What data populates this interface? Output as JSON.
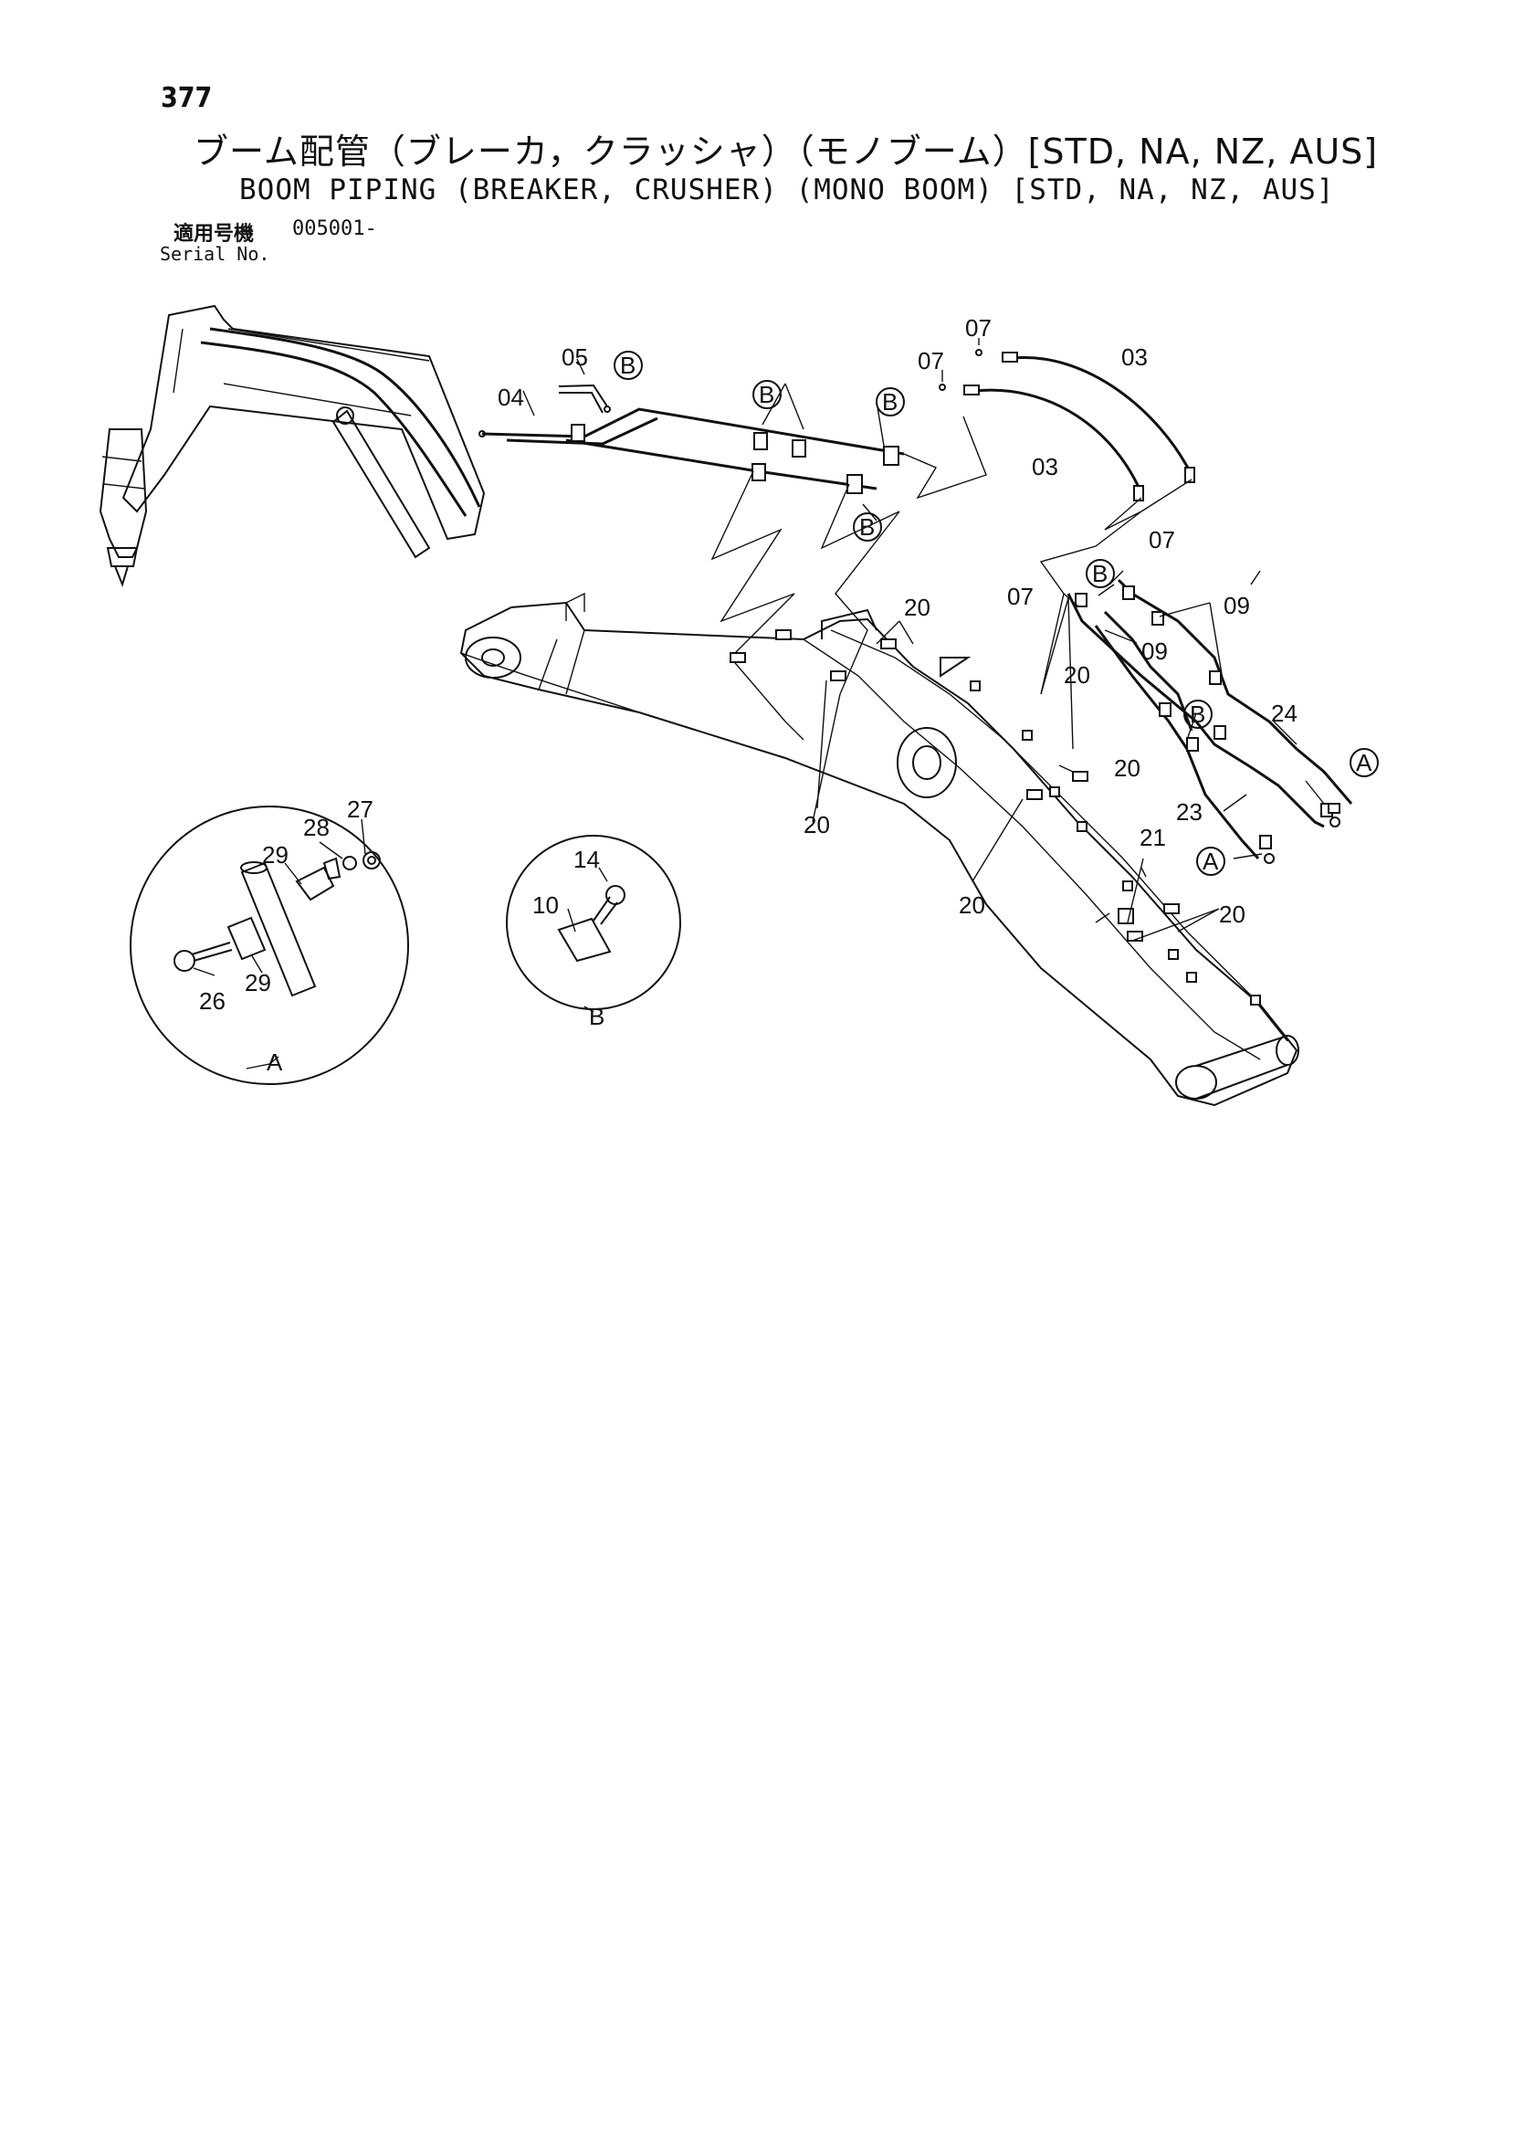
{
  "page": {
    "number": "377",
    "title_jp": "ブーム配管（ブレーカ，クラッシャ）（モノブーム）[STD, NA, NZ, AUS]",
    "title_en": "BOOM PIPING (BREAKER, CRUSHER) (MONO BOOM) [STD, NA, NZ, AUS]",
    "serial_label_jp": "適用号機",
    "serial_value": "005001-",
    "serial_label_en": "Serial No."
  },
  "diagram": {
    "part_labels": [
      "05",
      "04",
      "07",
      "07",
      "03",
      "03",
      "07",
      "07",
      "09",
      "09",
      "24",
      "23",
      "21",
      "20",
      "20",
      "20",
      "20",
      "20",
      "20",
      "14",
      "10",
      "27",
      "28",
      "29",
      "29",
      "26"
    ],
    "callout_letters": [
      "B",
      "B",
      "B",
      "B",
      "B",
      "B",
      "A",
      "A"
    ],
    "detail_labels": [
      "A",
      "B"
    ]
  }
}
